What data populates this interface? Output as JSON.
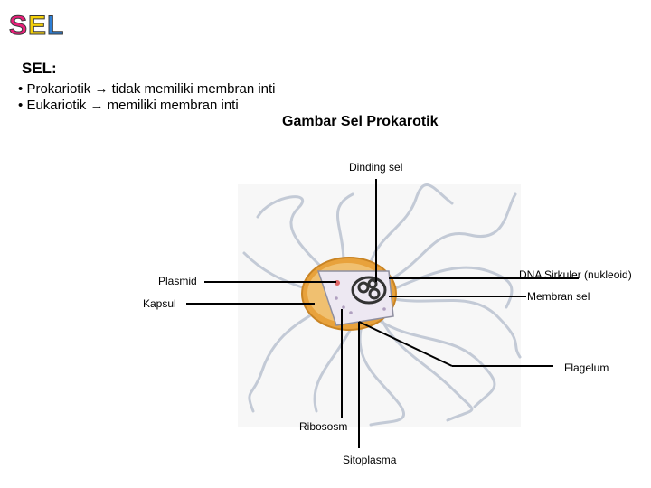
{
  "logo": {
    "letters": [
      "S",
      "E",
      "L"
    ],
    "colors": [
      "#e8207a",
      "#f5d10a",
      "#2d7fd6"
    ]
  },
  "slide": {
    "title": "SEL:",
    "bullets": [
      {
        "left": "Prokariotik",
        "right": "tidak memiliki membran inti"
      },
      {
        "left": "Eukariotik",
        "right": "memiliki membran inti"
      }
    ],
    "arrow_glyph": "→",
    "bullet_glyph": "•",
    "caption": "Gambar Sel Prokarotik"
  },
  "diagram": {
    "labels": {
      "dinding_sel": "Dinding sel",
      "dna": "DNA Sirkuler (nukleoid)",
      "plasmid": "Plasmid",
      "membran": "Membran sel",
      "kapsul": "Kapsul",
      "flagelum": "Flagelum",
      "ribosom": "Ribososm",
      "sitoplasma": "Sitoplasma"
    },
    "colors": {
      "cell_wall": "#e8a23c",
      "flagella": "#c9d0dc",
      "cytoplasm": "#ede8f2",
      "dna": "#333333"
    }
  }
}
